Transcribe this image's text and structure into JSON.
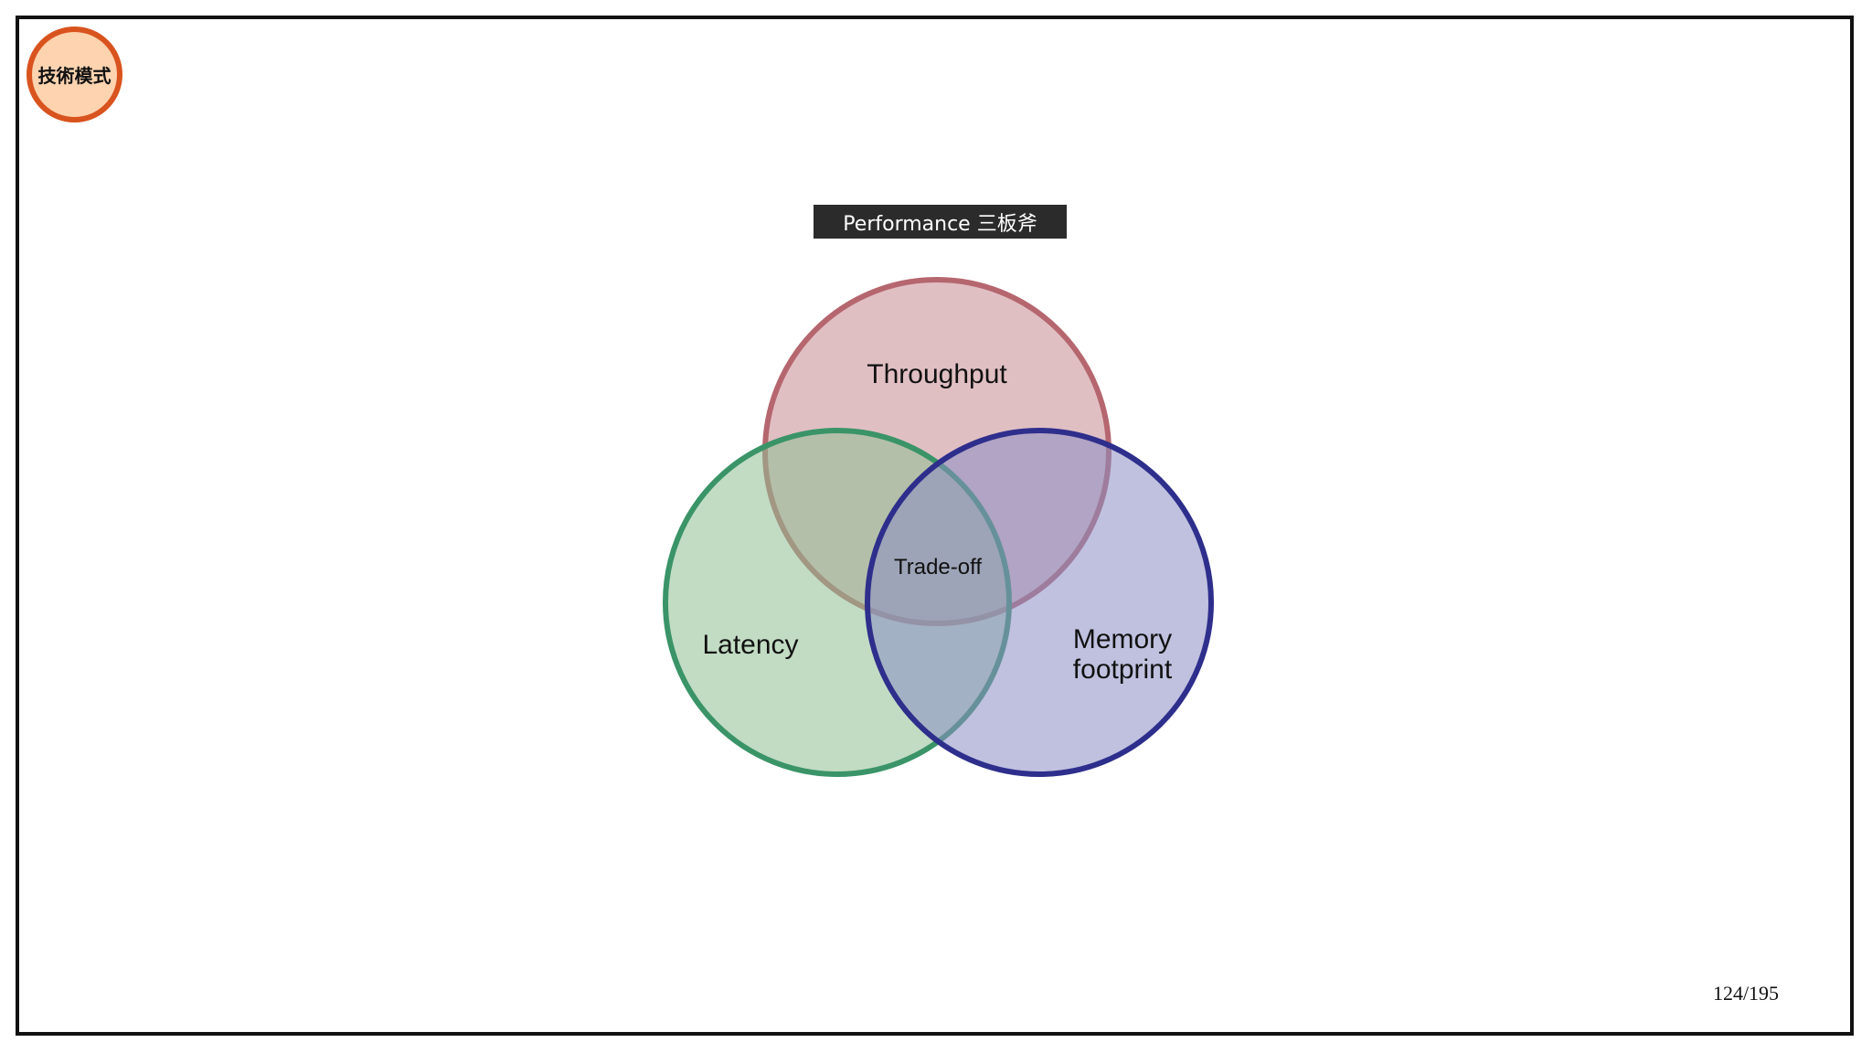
{
  "badge": {
    "label": "技術模式",
    "colors": {
      "fill": "#fdd3b0",
      "stroke": "#d9531e"
    }
  },
  "title": "Performance 三板斧",
  "venn": {
    "sets": [
      {
        "id": "throughput",
        "label_lines": [
          "Throughput"
        ],
        "fill": "#c78a92",
        "stroke": "#b5666e"
      },
      {
        "id": "latency",
        "label_lines": [
          "Latency"
        ],
        "fill": "#8fbf94",
        "stroke": "#3a9468"
      },
      {
        "id": "memory",
        "label_lines": [
          "Memory",
          "footprint"
        ],
        "fill": "#8a8ec4",
        "stroke": "#2e2e8c"
      }
    ],
    "center_label": "Trade-off"
  },
  "page": {
    "number": "124/195"
  }
}
